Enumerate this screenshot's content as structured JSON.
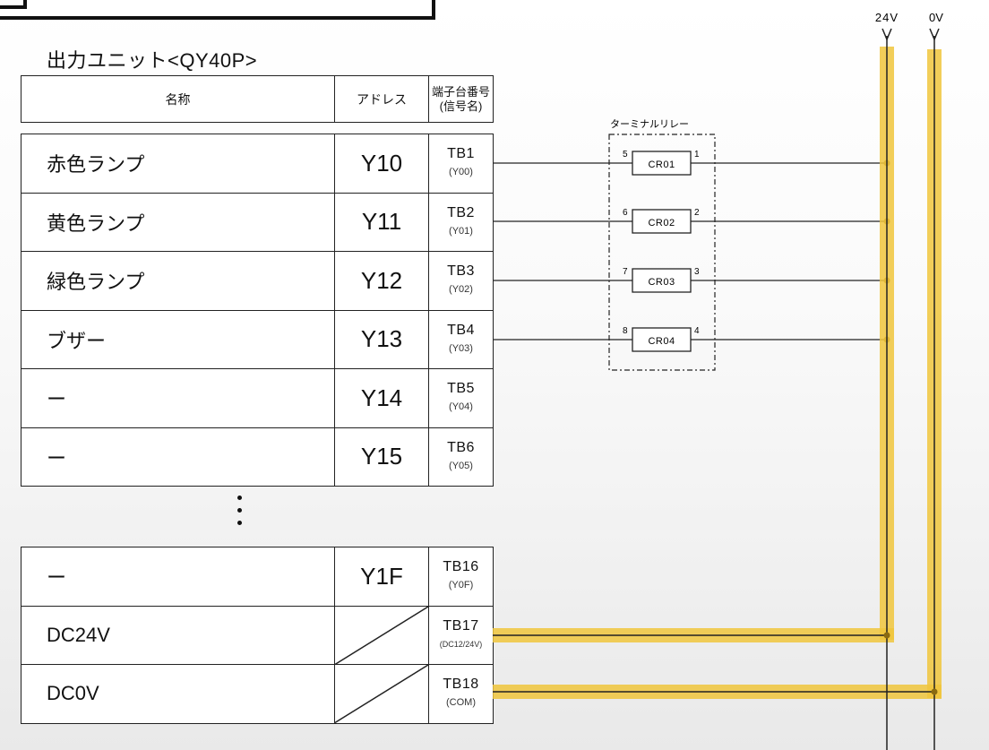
{
  "unit_title": "出力ユニット<QY40P>",
  "header": {
    "name": "名称",
    "address": "アドレス",
    "terminal_line1": "端子台番号",
    "terminal_line2": "(信号名)"
  },
  "rows_top": [
    {
      "name": "赤色ランプ",
      "address": "Y10",
      "tb": "TB1",
      "signal": "(Y00)"
    },
    {
      "name": "黄色ランプ",
      "address": "Y11",
      "tb": "TB2",
      "signal": "(Y01)"
    },
    {
      "name": "緑色ランプ",
      "address": "Y12",
      "tb": "TB3",
      "signal": "(Y02)"
    },
    {
      "name": "ブザー",
      "address": "Y13",
      "tb": "TB4",
      "signal": "(Y03)"
    },
    {
      "name": "ー",
      "address": "Y14",
      "tb": "TB5",
      "signal": "(Y04)"
    },
    {
      "name": "ー",
      "address": "Y15",
      "tb": "TB6",
      "signal": "(Y05)"
    }
  ],
  "rows_bottom": [
    {
      "name": "ー",
      "address": "Y1F",
      "tb": "TB16",
      "signal": "(Y0F)"
    },
    {
      "name": "DC24V",
      "address": "",
      "tb": "TB17",
      "signal": "(DC12/24V)"
    },
    {
      "name": "DC0V",
      "address": "",
      "tb": "TB18",
      "signal": "(COM)"
    }
  ],
  "relay_block": {
    "title": "ターミナルリレー",
    "relays": [
      {
        "label": "CR01",
        "left_terminal": "5",
        "right_terminal": "1"
      },
      {
        "label": "CR02",
        "left_terminal": "6",
        "right_terminal": "2"
      },
      {
        "label": "CR03",
        "left_terminal": "7",
        "right_terminal": "3"
      },
      {
        "label": "CR04",
        "left_terminal": "8",
        "right_terminal": "4"
      }
    ]
  },
  "power": {
    "v24_label": "24V",
    "v0_label": "0V",
    "highlight_color": "#f0c53c"
  }
}
